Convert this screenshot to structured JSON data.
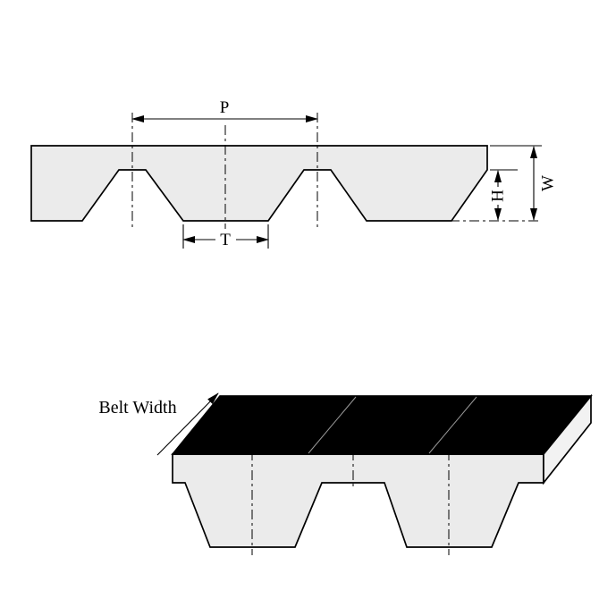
{
  "figure": {
    "labels": {
      "pitch": "P",
      "tooth_width": "T",
      "tooth_height": "H",
      "belt_thickness": "W",
      "belt_width": "Belt Width"
    },
    "colors": {
      "belt_fill": "#ebebeb",
      "top_surface": "#000000",
      "end_face": "#f2f2f2",
      "outline": "#000000",
      "background": "#ffffff"
    }
  }
}
